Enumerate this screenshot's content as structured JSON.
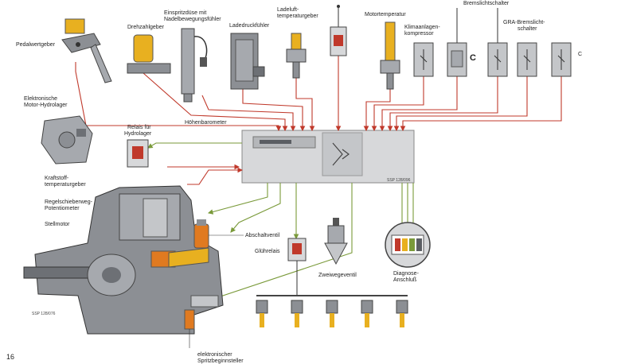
{
  "labels": {
    "pedal": "Pedalwertgeber",
    "rpm": "Drehzahlgeber",
    "injector_1": "Einspritzdüse mit",
    "injector_2": "Nadelbewegungsfühler",
    "boost": "Ladedruckfühler",
    "airtemp_1": "Ladeluft-",
    "airtemp_2": "temperaturgeber",
    "motortemp": "Motortemperatur",
    "brake": "Bremslichtschalter",
    "ac_1": "Klimaanlagen-",
    "ac_2": "kompressor",
    "gra_1": "GRA-Bremslicht-",
    "gra_2": "schalter",
    "c_char": "C",
    "c_frag": "C",
    "hydro_1": "Elektronische",
    "hydro_2": "Motor-Hydrolager",
    "relay_1": "Relais für",
    "relay_2": "Hydrolager",
    "baro": "Höhenbarometer",
    "fueltemp_1": "Kraftstoff-",
    "fueltemp_2": "temperaturgeber",
    "slide_1": "Regelschieberweg-",
    "slide_2": "Potentiometer",
    "actuator": "Stellmotor",
    "shutoff": "Abschaltventil",
    "glowrelay": "Glührelais",
    "twoway": "Zweiwegeventil",
    "diag_1": "Diagnose-",
    "diag_2": "Anschluß",
    "electronic_1": "elektronischer",
    "electronic_2": "Spritzbeginnsteller",
    "code_ecu": "SSP 128/096",
    "code_pump": "SSP 128/076",
    "page_number": "16"
  },
  "colors": {
    "red_wire": "#c0392b",
    "green_wire": "#7a9a3a",
    "ecu_fill": "#d7d8da",
    "component": "#8c8f94",
    "yellow": "#e8b020",
    "orange": "#e07a20"
  }
}
